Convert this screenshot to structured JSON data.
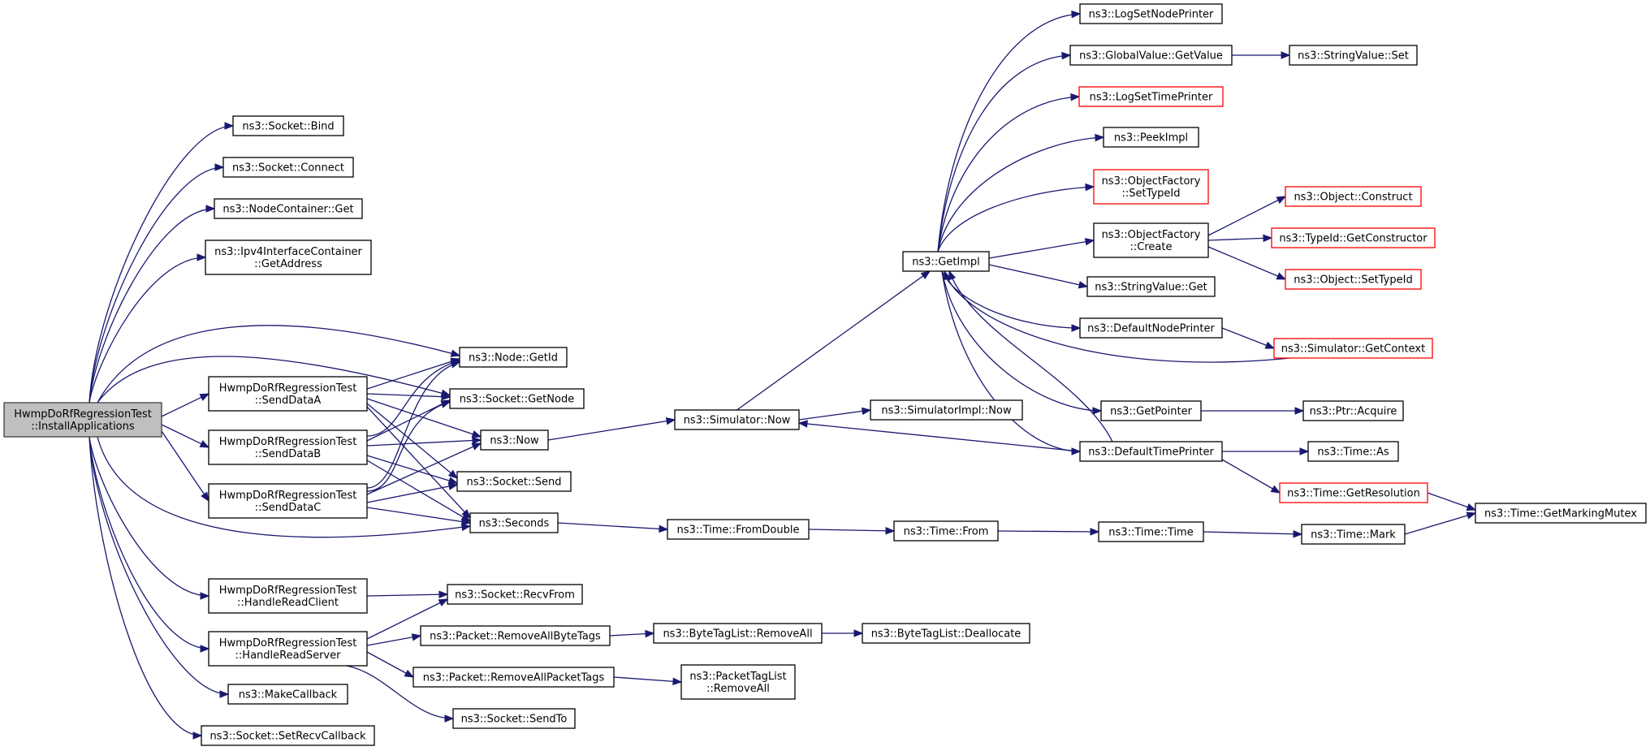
{
  "graph": {
    "type": "call_graph",
    "nodes": [
      {
        "id": "root",
        "lines": [
          "HwmpDoRfRegressionTest",
          "::InstallApplications"
        ],
        "style": "root"
      },
      {
        "id": "bind",
        "lines": [
          "ns3::Socket::Bind"
        ],
        "style": "normal"
      },
      {
        "id": "connect",
        "lines": [
          "ns3::Socket::Connect"
        ],
        "style": "normal"
      },
      {
        "id": "nc_get",
        "lines": [
          "ns3::NodeContainer::Get"
        ],
        "style": "normal"
      },
      {
        "id": "ipv4_getaddr",
        "lines": [
          "ns3::Ipv4InterfaceContainer",
          "::GetAddress"
        ],
        "style": "normal"
      },
      {
        "id": "senddataA",
        "lines": [
          "HwmpDoRfRegressionTest",
          "::SendDataA"
        ],
        "style": "normal"
      },
      {
        "id": "senddataB",
        "lines": [
          "HwmpDoRfRegressionTest",
          "::SendDataB"
        ],
        "style": "normal"
      },
      {
        "id": "senddataC",
        "lines": [
          "HwmpDoRfRegressionTest",
          "::SendDataC"
        ],
        "style": "normal"
      },
      {
        "id": "handlereadclient",
        "lines": [
          "HwmpDoRfRegressionTest",
          "::HandleReadClient"
        ],
        "style": "normal"
      },
      {
        "id": "handlereadserver",
        "lines": [
          "HwmpDoRfRegressionTest",
          "::HandleReadServer"
        ],
        "style": "normal"
      },
      {
        "id": "makecallback",
        "lines": [
          "ns3::MakeCallback"
        ],
        "style": "normal"
      },
      {
        "id": "setrecvcb",
        "lines": [
          "ns3::Socket::SetRecvCallback"
        ],
        "style": "normal"
      },
      {
        "id": "node_getid",
        "lines": [
          "ns3::Node::GetId"
        ],
        "style": "normal"
      },
      {
        "id": "socket_getnode",
        "lines": [
          "ns3::Socket::GetNode"
        ],
        "style": "normal"
      },
      {
        "id": "now",
        "lines": [
          "ns3::Now"
        ],
        "style": "normal"
      },
      {
        "id": "socket_send",
        "lines": [
          "ns3::Socket::Send"
        ],
        "style": "normal"
      },
      {
        "id": "seconds",
        "lines": [
          "ns3::Seconds"
        ],
        "style": "normal"
      },
      {
        "id": "recvfrom",
        "lines": [
          "ns3::Socket::RecvFrom"
        ],
        "style": "normal"
      },
      {
        "id": "rm_bytetags",
        "lines": [
          "ns3::Packet::RemoveAllByteTags"
        ],
        "style": "normal"
      },
      {
        "id": "rm_packettags",
        "lines": [
          "ns3::Packet::RemoveAllPacketTags"
        ],
        "style": "normal"
      },
      {
        "id": "sendto",
        "lines": [
          "ns3::Socket::SendTo"
        ],
        "style": "normal"
      },
      {
        "id": "sim_now",
        "lines": [
          "ns3::Simulator::Now"
        ],
        "style": "normal"
      },
      {
        "id": "fromdouble",
        "lines": [
          "ns3::Time::FromDouble"
        ],
        "style": "normal"
      },
      {
        "id": "btl_removeall",
        "lines": [
          "ns3::ByteTagList::RemoveAll"
        ],
        "style": "normal"
      },
      {
        "id": "ptl_removeall",
        "lines": [
          "ns3::PacketTagList",
          "::RemoveAll"
        ],
        "style": "normal"
      },
      {
        "id": "simimpl_now",
        "lines": [
          "ns3::SimulatorImpl::Now"
        ],
        "style": "normal"
      },
      {
        "id": "getimpl",
        "lines": [
          "ns3::GetImpl"
        ],
        "style": "normal"
      },
      {
        "id": "time_from",
        "lines": [
          "ns3::Time::From"
        ],
        "style": "normal"
      },
      {
        "id": "btl_dealloc",
        "lines": [
          "ns3::ByteTagList::Deallocate"
        ],
        "style": "normal"
      },
      {
        "id": "logsetnodeprinter",
        "lines": [
          "ns3::LogSetNodePrinter"
        ],
        "style": "normal"
      },
      {
        "id": "gv_getvalue",
        "lines": [
          "ns3::GlobalValue::GetValue"
        ],
        "style": "normal"
      },
      {
        "id": "logsettimeprinter",
        "lines": [
          "ns3::LogSetTimePrinter"
        ],
        "style": "red"
      },
      {
        "id": "peekimpl",
        "lines": [
          "ns3::PeekImpl"
        ],
        "style": "normal"
      },
      {
        "id": "of_settypeid",
        "lines": [
          "ns3::ObjectFactory",
          "::SetTypeId"
        ],
        "style": "red"
      },
      {
        "id": "of_create",
        "lines": [
          "ns3::ObjectFactory",
          "::Create"
        ],
        "style": "normal"
      },
      {
        "id": "sv_get",
        "lines": [
          "ns3::StringValue::Get"
        ],
        "style": "normal"
      },
      {
        "id": "defaultnodeprinter",
        "lines": [
          "ns3::DefaultNodePrinter"
        ],
        "style": "normal"
      },
      {
        "id": "getpointer",
        "lines": [
          "ns3::GetPointer"
        ],
        "style": "normal"
      },
      {
        "id": "defaulttimeprinter",
        "lines": [
          "ns3::DefaultTimePrinter"
        ],
        "style": "normal"
      },
      {
        "id": "time_time",
        "lines": [
          "ns3::Time::Time"
        ],
        "style": "normal"
      },
      {
        "id": "sv_set",
        "lines": [
          "ns3::StringValue::Set"
        ],
        "style": "normal"
      },
      {
        "id": "obj_construct",
        "lines": [
          "ns3::Object::Construct"
        ],
        "style": "red"
      },
      {
        "id": "typeid_getctor",
        "lines": [
          "ns3::TypeId::GetConstructor"
        ],
        "style": "red"
      },
      {
        "id": "obj_settypeid",
        "lines": [
          "ns3::Object::SetTypeId"
        ],
        "style": "red"
      },
      {
        "id": "sim_getcontext",
        "lines": [
          "ns3::Simulator::GetContext"
        ],
        "style": "red"
      },
      {
        "id": "ptr_acquire",
        "lines": [
          "ns3::Ptr::Acquire"
        ],
        "style": "normal"
      },
      {
        "id": "time_as",
        "lines": [
          "ns3::Time::As"
        ],
        "style": "normal"
      },
      {
        "id": "time_getres",
        "lines": [
          "ns3::Time::GetResolution"
        ],
        "style": "red"
      },
      {
        "id": "time_mark",
        "lines": [
          "ns3::Time::Mark"
        ],
        "style": "normal"
      },
      {
        "id": "time_getmarkmutex",
        "lines": [
          "ns3::Time::GetMarkingMutex"
        ],
        "style": "normal"
      }
    ]
  }
}
